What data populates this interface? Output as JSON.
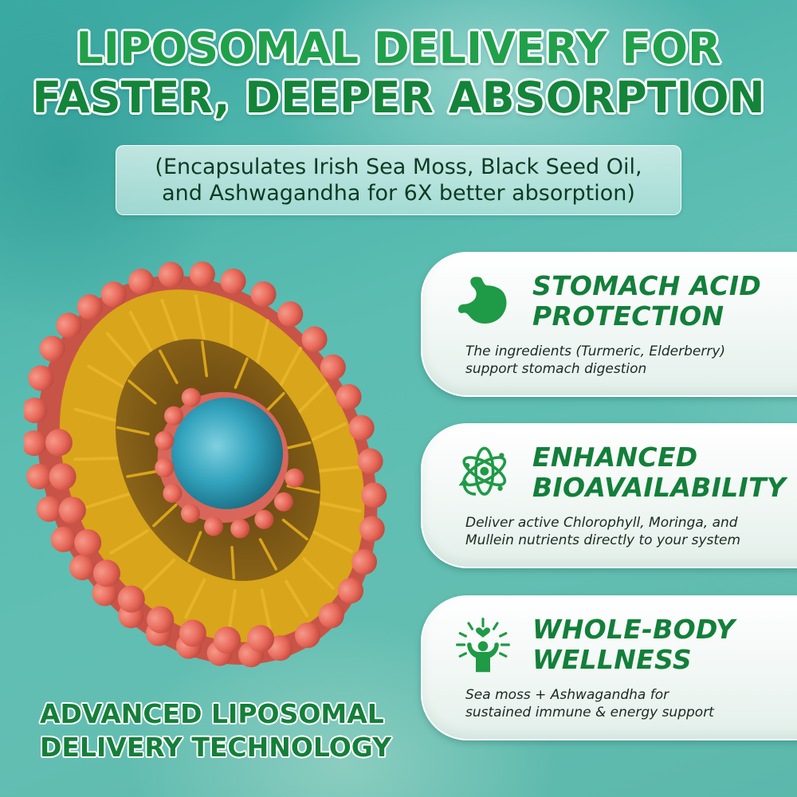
{
  "headline": {
    "line1": "LIPOSOMAL DELIVERY FOR",
    "line2": "FASTER, DEEPER ABSORPTION"
  },
  "subtitle": {
    "line1": "(Encapsulates Irish Sea Moss, Black Seed Oil,",
    "line2": "and Ashwagandha for 6X better absorption)"
  },
  "illustration": {
    "subject": "liposome-cross-section",
    "colors": {
      "head_spheres": "#e8695a",
      "tails": "#d9a51a",
      "core": "#2f9fb8"
    }
  },
  "features": [
    {
      "icon": "stomach-icon",
      "title_line1": "STOMACH ACID",
      "title_line2": "PROTECTION",
      "desc_line1": "The ingredients (Turmeric, Elderberry)",
      "desc_line2": "support stomach digestion"
    },
    {
      "icon": "atom-icon",
      "title_line1": "ENHANCED",
      "title_line2": "BIOAVAILABILITY",
      "desc_line1": "Deliver active Chlorophyll, Moringa, and",
      "desc_line2": "Mullein nutrients directly to your system"
    },
    {
      "icon": "wellness-person-icon",
      "title_line1": "WHOLE-BODY",
      "title_line2": "WELLNESS",
      "desc_line1": "Sea moss + Ashwagandha for",
      "desc_line2": "sustained immune & energy support"
    }
  ],
  "bottom_caption": {
    "line1": "ADVANCED LIPOSOMAL",
    "line2": "DELIVERY TECHNOLOGY"
  },
  "colors": {
    "brand_green": "#137f3a",
    "headline_green": "#20a04a",
    "background_teal": "#5bbdb2",
    "text_dark": "#0d3b22"
  }
}
